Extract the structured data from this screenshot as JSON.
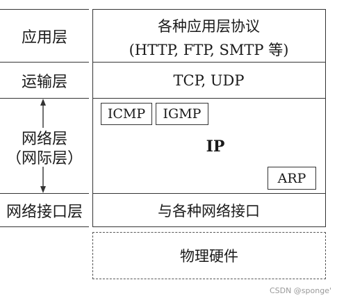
{
  "layers": {
    "application": {
      "left_label": "应用层",
      "right_line1": "各种应用层协议",
      "right_line2": "(HTTP, FTP, SMTP 等)"
    },
    "transport": {
      "left_label": "运输层",
      "right_label": "TCP, UDP"
    },
    "network": {
      "left_line1": "网络层",
      "left_line2": "（网际层）",
      "boxes": {
        "icmp": "ICMP",
        "igmp": "IGMP",
        "arp": "ARP"
      },
      "center_label": "IP"
    },
    "interface": {
      "left_label": "网络接口层",
      "right_label": "与各种网络接口"
    },
    "physical": {
      "label": "物理硬件"
    }
  },
  "watermark": "CSDN @sponge'"
}
